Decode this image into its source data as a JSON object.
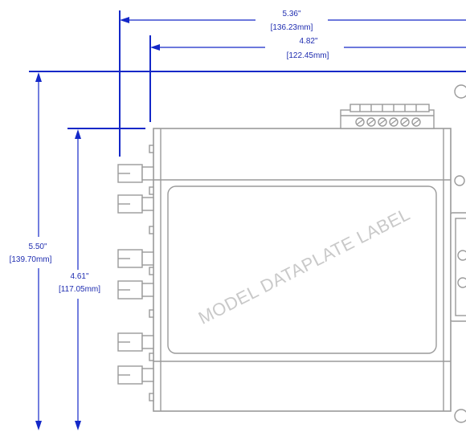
{
  "dimensions": {
    "overall_width": {
      "inch": "5.36\"",
      "mm": "[136.23mm]"
    },
    "body_width": {
      "inch": "4.82\"",
      "mm": "[122.45mm]"
    },
    "overall_height": {
      "inch": "5.50\"",
      "mm": "[139.70mm]"
    },
    "body_height": {
      "inch": "4.61\"",
      "mm": "[117.05mm]"
    }
  },
  "label": {
    "text": "MODEL DATAPLATE LABEL"
  },
  "colors": {
    "dimension": "#1428c8",
    "outline": "#9a9a9a",
    "label": "#c9c9c9"
  }
}
